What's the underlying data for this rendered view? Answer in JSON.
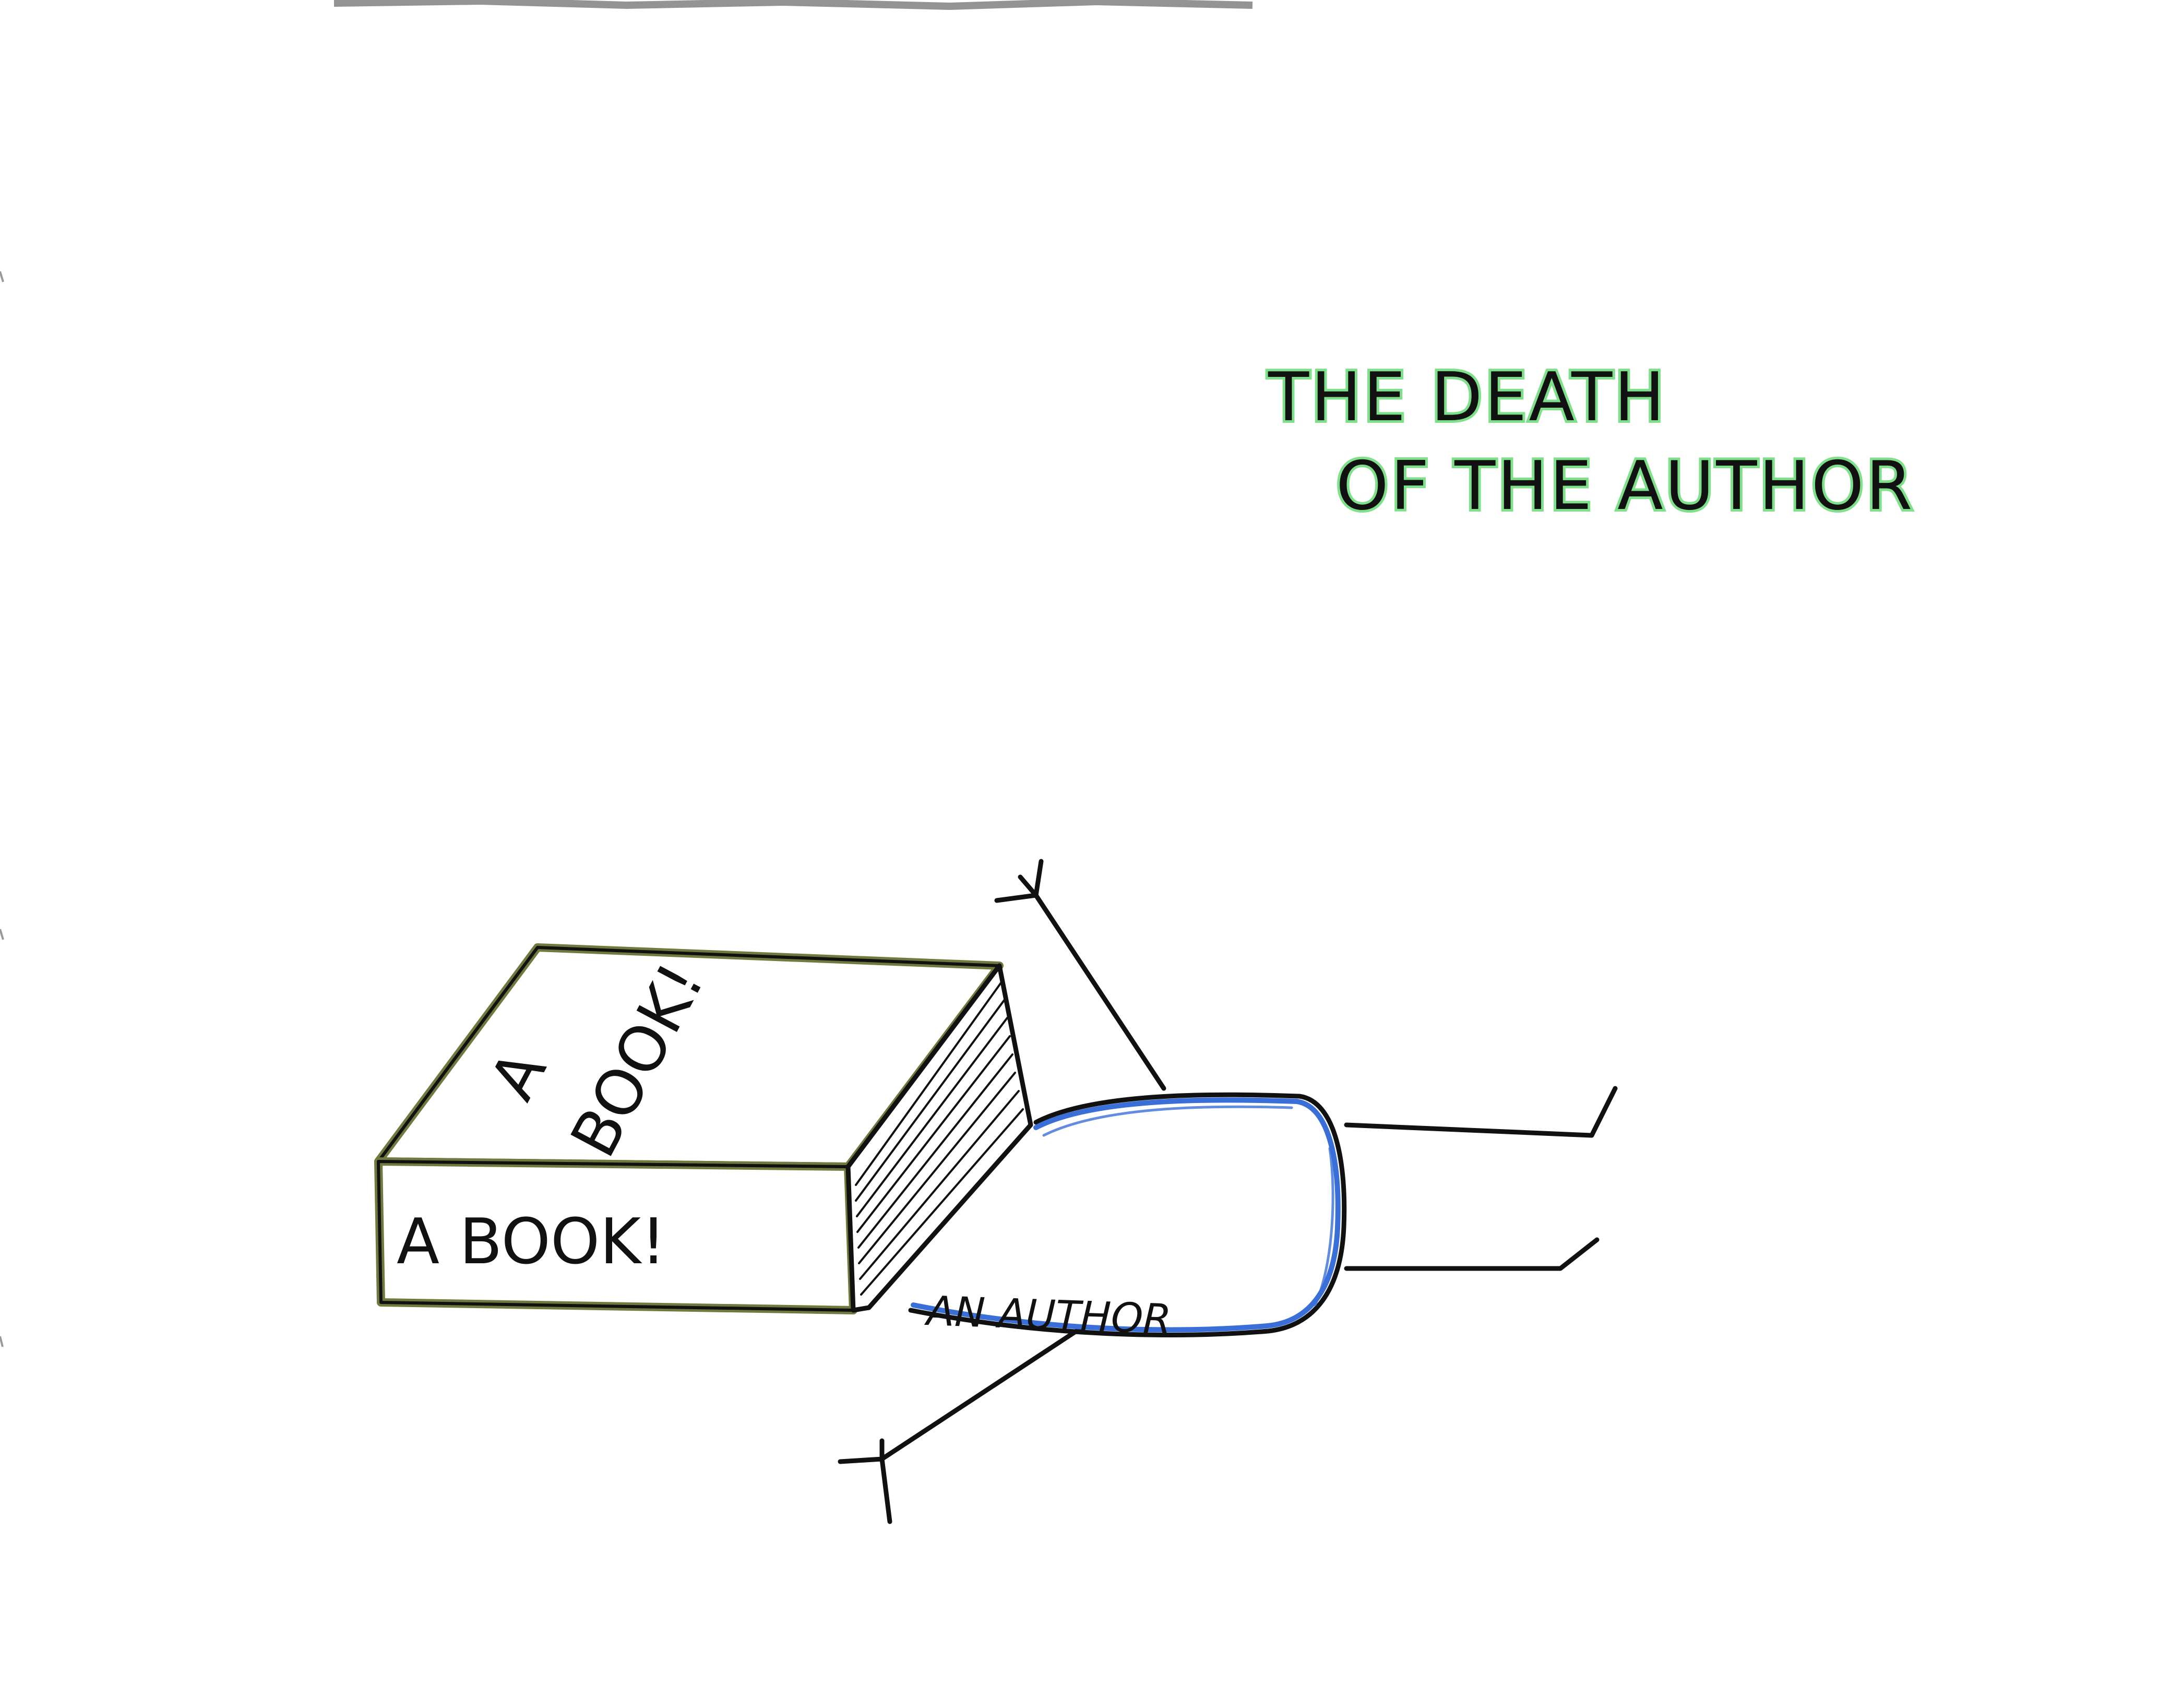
{
  "title": {
    "line1": "THE DEATH",
    "line2": "OF THE AUTHOR"
  },
  "book": {
    "cover_text_1": "A",
    "cover_text_2": "BOOK!",
    "spine_text": "A BOOK!"
  },
  "figure": {
    "label": "AN AUTHOR"
  },
  "colors": {
    "ink": "#111111",
    "book_outline": "#6f7a3e",
    "title_highlight": "#7fe08a",
    "body_outline": "#3b6fd8"
  }
}
